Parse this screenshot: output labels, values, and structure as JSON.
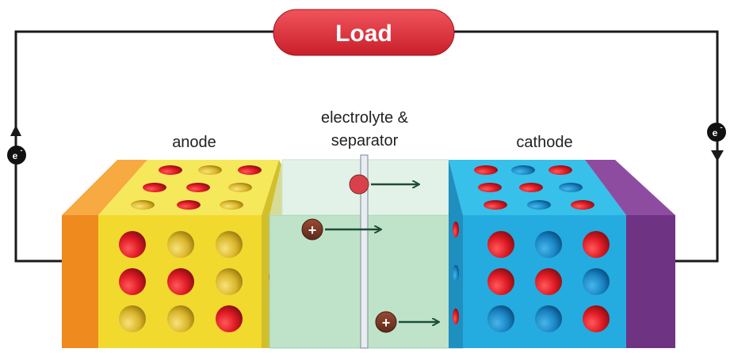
{
  "load": {
    "label": "Load"
  },
  "labels": {
    "anode": "anode",
    "cathode": "cathode",
    "electrolyte_line1": "electrolyte &",
    "electrolyte_line2": "separator"
  },
  "electrons": {
    "left": "e",
    "right": "e",
    "charge": "-"
  },
  "ions": {
    "symbol": "+"
  },
  "colors": {
    "load": "#e0333c",
    "current_collector_left": "#f2962a",
    "anode": "#f3df3a",
    "electrolyte": "#bfe3c8",
    "cathode": "#2cb6e6",
    "current_collector_right": "#7b3e8e",
    "ion": "#7a3a2a",
    "wire": "#1a1a1a",
    "arrow": "#1f4d38"
  }
}
